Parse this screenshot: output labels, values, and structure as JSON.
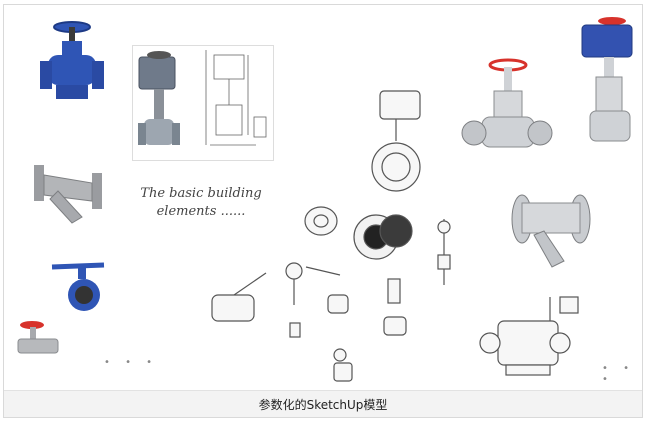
{
  "tagline": {
    "line1": "The basic building",
    "line2": "elements ......"
  },
  "caption": "参数化的SketchUp模型",
  "pagination_dots": "• • •",
  "colors": {
    "blue_valve": "#2f55b5",
    "grey_valve": "#a7a9ad",
    "red_handwheel": "#d7322b",
    "caption_bg": "#f3f3f3"
  }
}
